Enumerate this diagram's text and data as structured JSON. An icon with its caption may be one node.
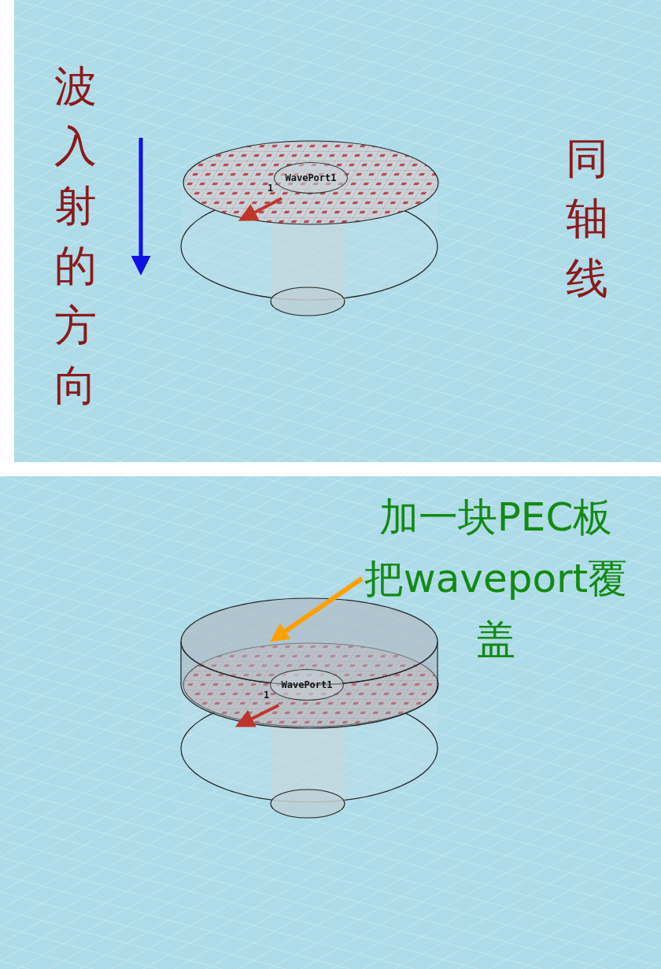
{
  "diagram": {
    "nodes": [
      {
        "text": [
          "WavePort1"
        ],
        "beside": [
          "1"
        ]
      },
      {
        "text": [
          "加一块PEC板把waveport覆盖"
        ]
      },
      {
        "text": [],
        "shape": "cylinder"
      },
      {
        "text": [
          "WavePort1"
        ],
        "beside": [
          "1"
        ]
      }
    ],
    "edges": [
      {
        "from": 1,
        "to": 2,
        "arrow": "to"
      }
    ],
    "labels": [
      "波入射的方向",
      "同轴线"
    ]
  }
}
